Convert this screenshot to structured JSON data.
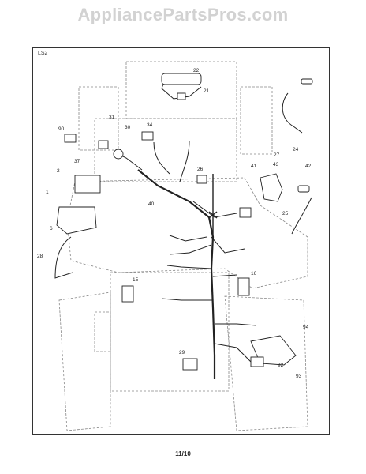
{
  "watermark": "AppliancePartsPros.com",
  "sheet_code": "LS2",
  "page_number": "11/10",
  "callouts": [
    "22",
    "21",
    "24",
    "90",
    "31",
    "30",
    "34",
    "37",
    "2",
    "1",
    "6",
    "26",
    "27",
    "43",
    "41",
    "42",
    "40",
    "25",
    "28",
    "15",
    "16",
    "29",
    "94",
    "92",
    "93"
  ]
}
